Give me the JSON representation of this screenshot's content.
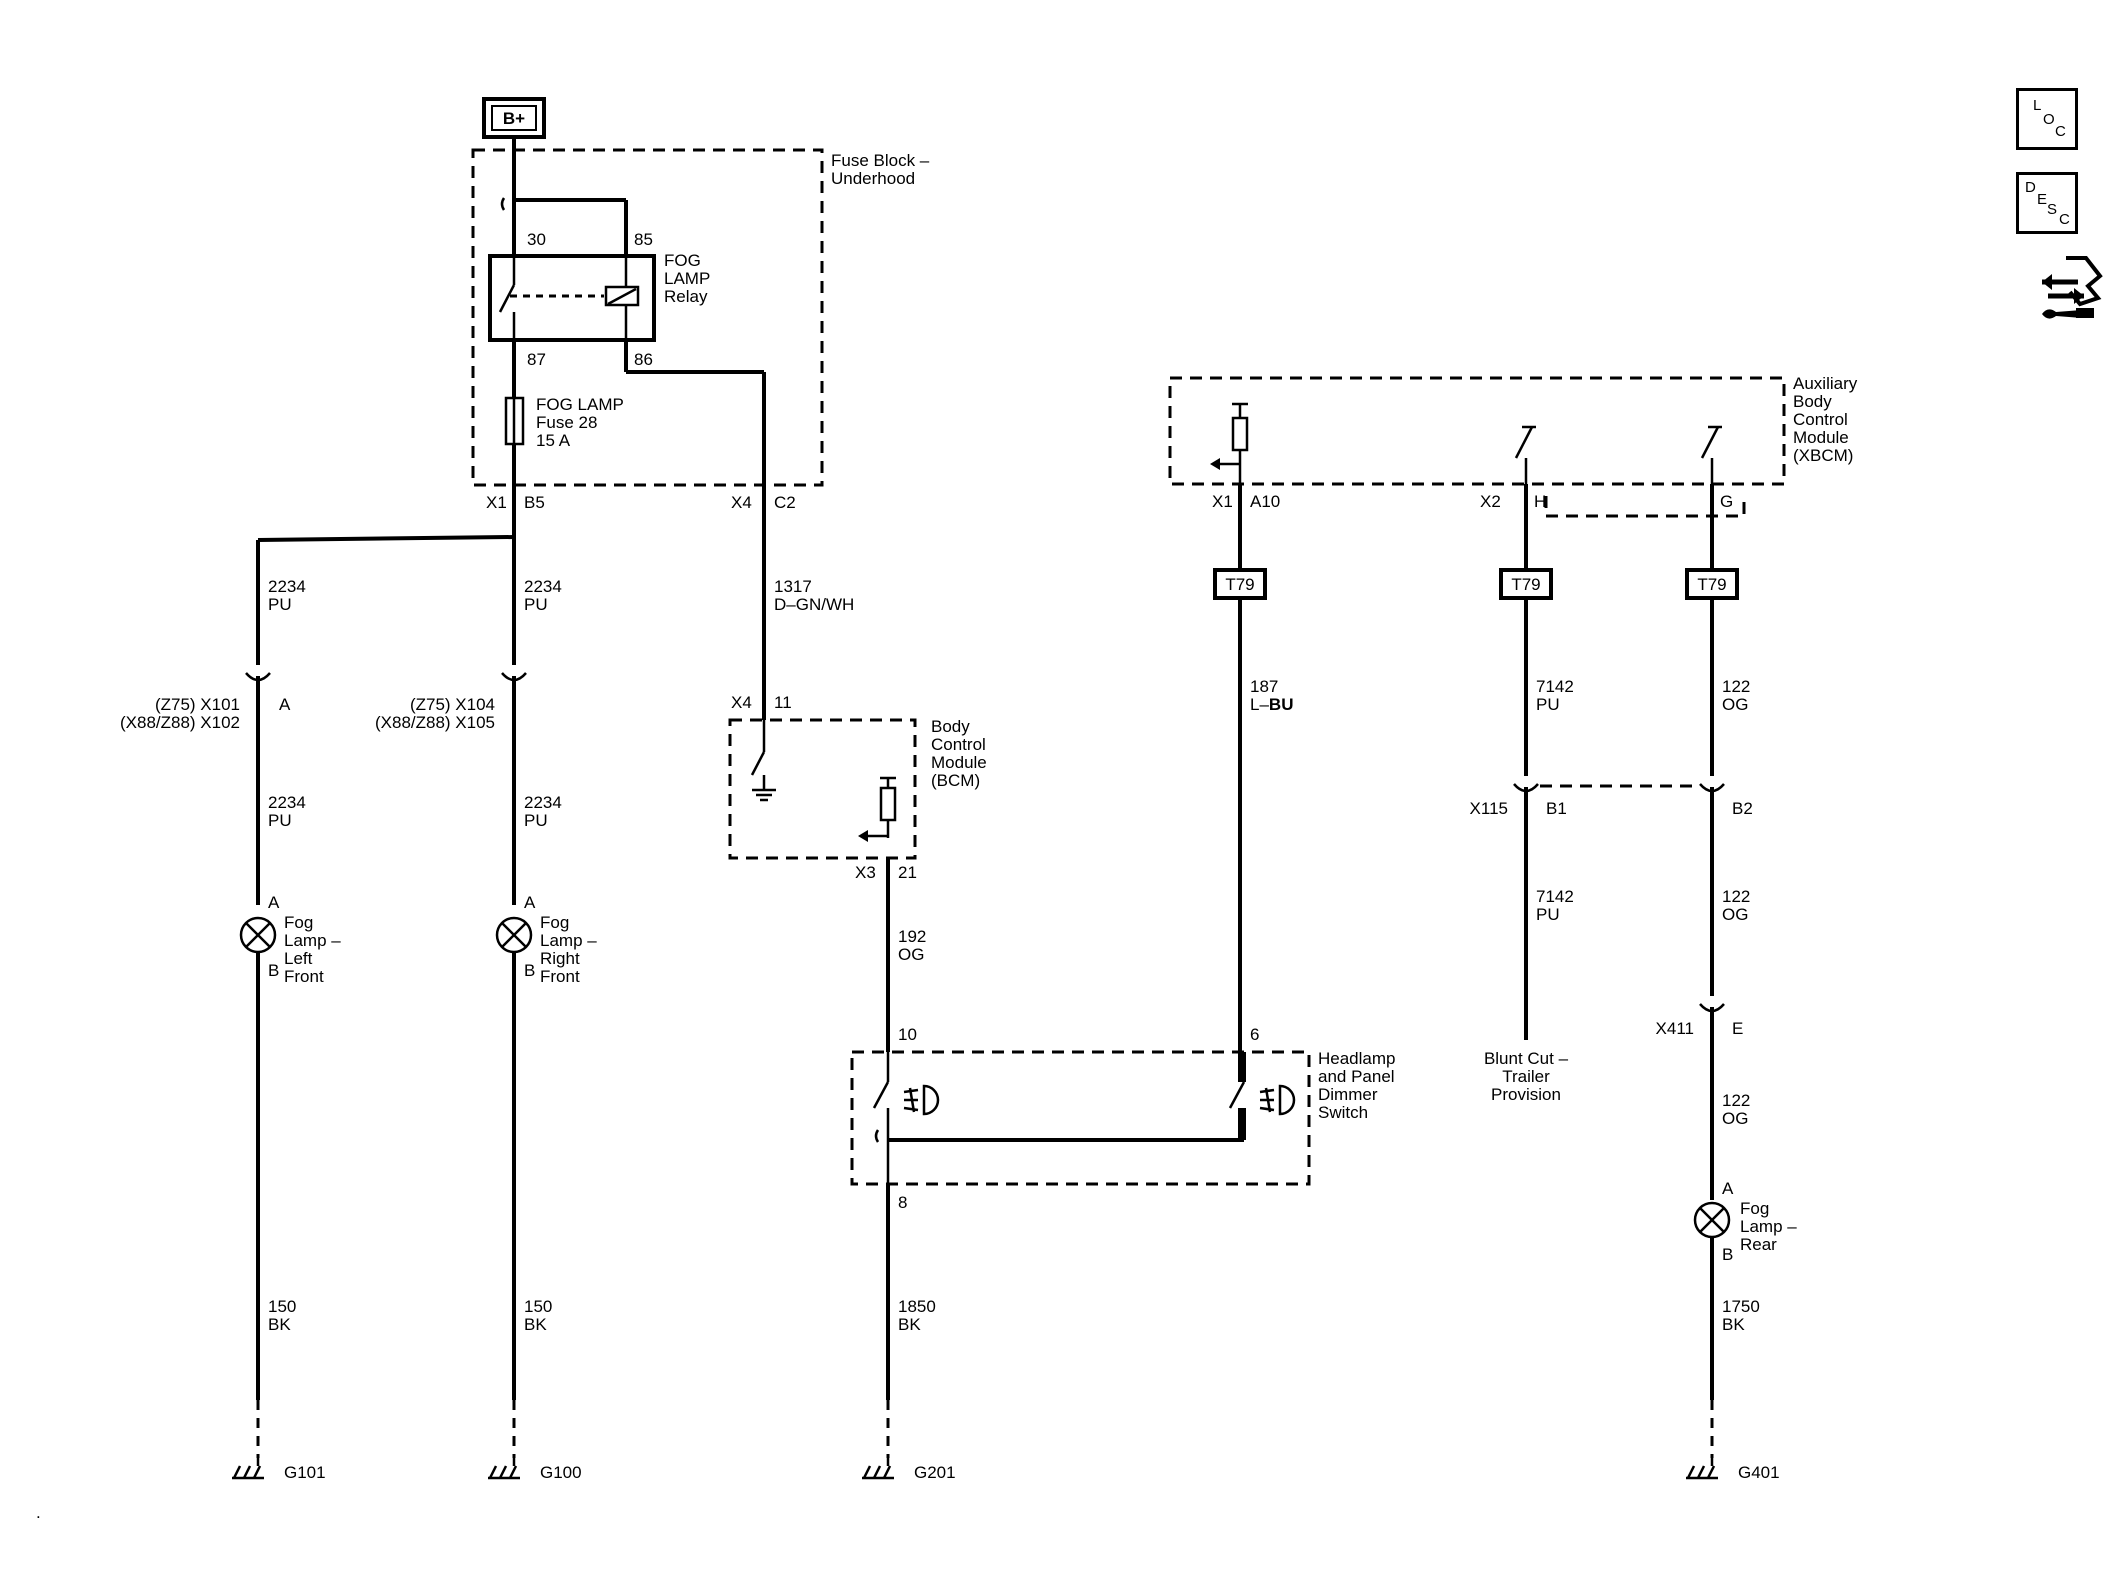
{
  "buttons": {
    "loc": {
      "l1": "L",
      "l2": "O",
      "l3": "C"
    },
    "desc": {
      "l1": "D",
      "l2": "E",
      "l3": "S",
      "l4": "C"
    }
  },
  "power": {
    "label": "B+"
  },
  "fuse_block": {
    "title1": "Fuse Block –",
    "title2": "Underhood"
  },
  "relay": {
    "name1": "FOG",
    "name2": "LAMP",
    "name3": "Relay",
    "pin30": "30",
    "pin85": "85",
    "pin87": "87",
    "pin86": "86"
  },
  "fuse": {
    "name1": "FOG LAMP",
    "name2": "Fuse 28",
    "name3": "15 A"
  },
  "fb_conn": {
    "x1": "X1",
    "b5": "B5",
    "x4": "X4",
    "c2": "C2"
  },
  "wires": {
    "w_left1": {
      "num": "2234",
      "color": "PU"
    },
    "w_right1": {
      "num": "2234",
      "color": "PU"
    },
    "w_1317": {
      "num": "1317",
      "color": "D–GN/WH"
    },
    "w_left2": {
      "num": "2234",
      "color": "PU"
    },
    "w_right2": {
      "num": "2234",
      "color": "PU"
    },
    "w_187_num": "187",
    "w_187_color_a": "L–",
    "w_187_color_b": "BU",
    "w_7142a": {
      "num": "7142",
      "color": "PU"
    },
    "w_122a": {
      "num": "122",
      "color": "OG"
    },
    "w_7142b": {
      "num": "7142",
      "color": "PU"
    },
    "w_122b": {
      "num": "122",
      "color": "OG"
    },
    "w_192": {
      "num": "192",
      "color": "OG"
    },
    "w_122c": {
      "num": "122",
      "color": "OG"
    },
    "w_150a": {
      "num": "150",
      "color": "BK"
    },
    "w_150b": {
      "num": "150",
      "color": "BK"
    },
    "w_1850": {
      "num": "1850",
      "color": "BK"
    },
    "w_1750": {
      "num": "1750",
      "color": "BK"
    }
  },
  "conn_left": {
    "l1": "(Z75) X101",
    "l2": "(X88/Z88) X102",
    "pin": "A"
  },
  "conn_right": {
    "l1": "(Z75) X104",
    "l2": "(X88/Z88) X105"
  },
  "lamp_lf": {
    "pa": "A",
    "pb": "B",
    "n1": "Fog",
    "n2": "Lamp –",
    "n3": "Left",
    "n4": "Front"
  },
  "lamp_rf": {
    "pa": "A",
    "pb": "B",
    "n1": "Fog",
    "n2": "Lamp –",
    "n3": "Right",
    "n4": "Front"
  },
  "lamp_rear": {
    "pa": "A",
    "pb": "B",
    "n1": "Fog",
    "n2": "Lamp –",
    "n3": "Rear"
  },
  "bcm": {
    "t1": "Body",
    "t2": "Control",
    "t3": "Module",
    "t4": "(BCM)",
    "x4": "X4",
    "p11": "11",
    "x3": "X3",
    "p21": "21"
  },
  "xbcm": {
    "t1": "Auxiliary",
    "t2": "Body",
    "t3": "Control",
    "t4": "Module",
    "t5": "(XBCM)",
    "x1": "X1",
    "a10": "A10",
    "x2": "X2",
    "h": "H",
    "g": "G"
  },
  "t79": {
    "a": "T79",
    "b": "T79",
    "c": "T79"
  },
  "x115": {
    "name": "X115",
    "b1": "B1",
    "b2": "B2"
  },
  "x411": {
    "name": "X411",
    "pin": "E"
  },
  "trailer": {
    "l1": "Blunt Cut –",
    "l2": "Trailer",
    "l3": "Provision"
  },
  "switch": {
    "t1": "Headlamp",
    "t2": "and Panel",
    "t3": "Dimmer",
    "t4": "Switch",
    "p10": "10",
    "p6": "6",
    "p8": "8"
  },
  "grounds": {
    "g101": "G101",
    "g100": "G100",
    "g201": "G201",
    "g401": "G401"
  }
}
